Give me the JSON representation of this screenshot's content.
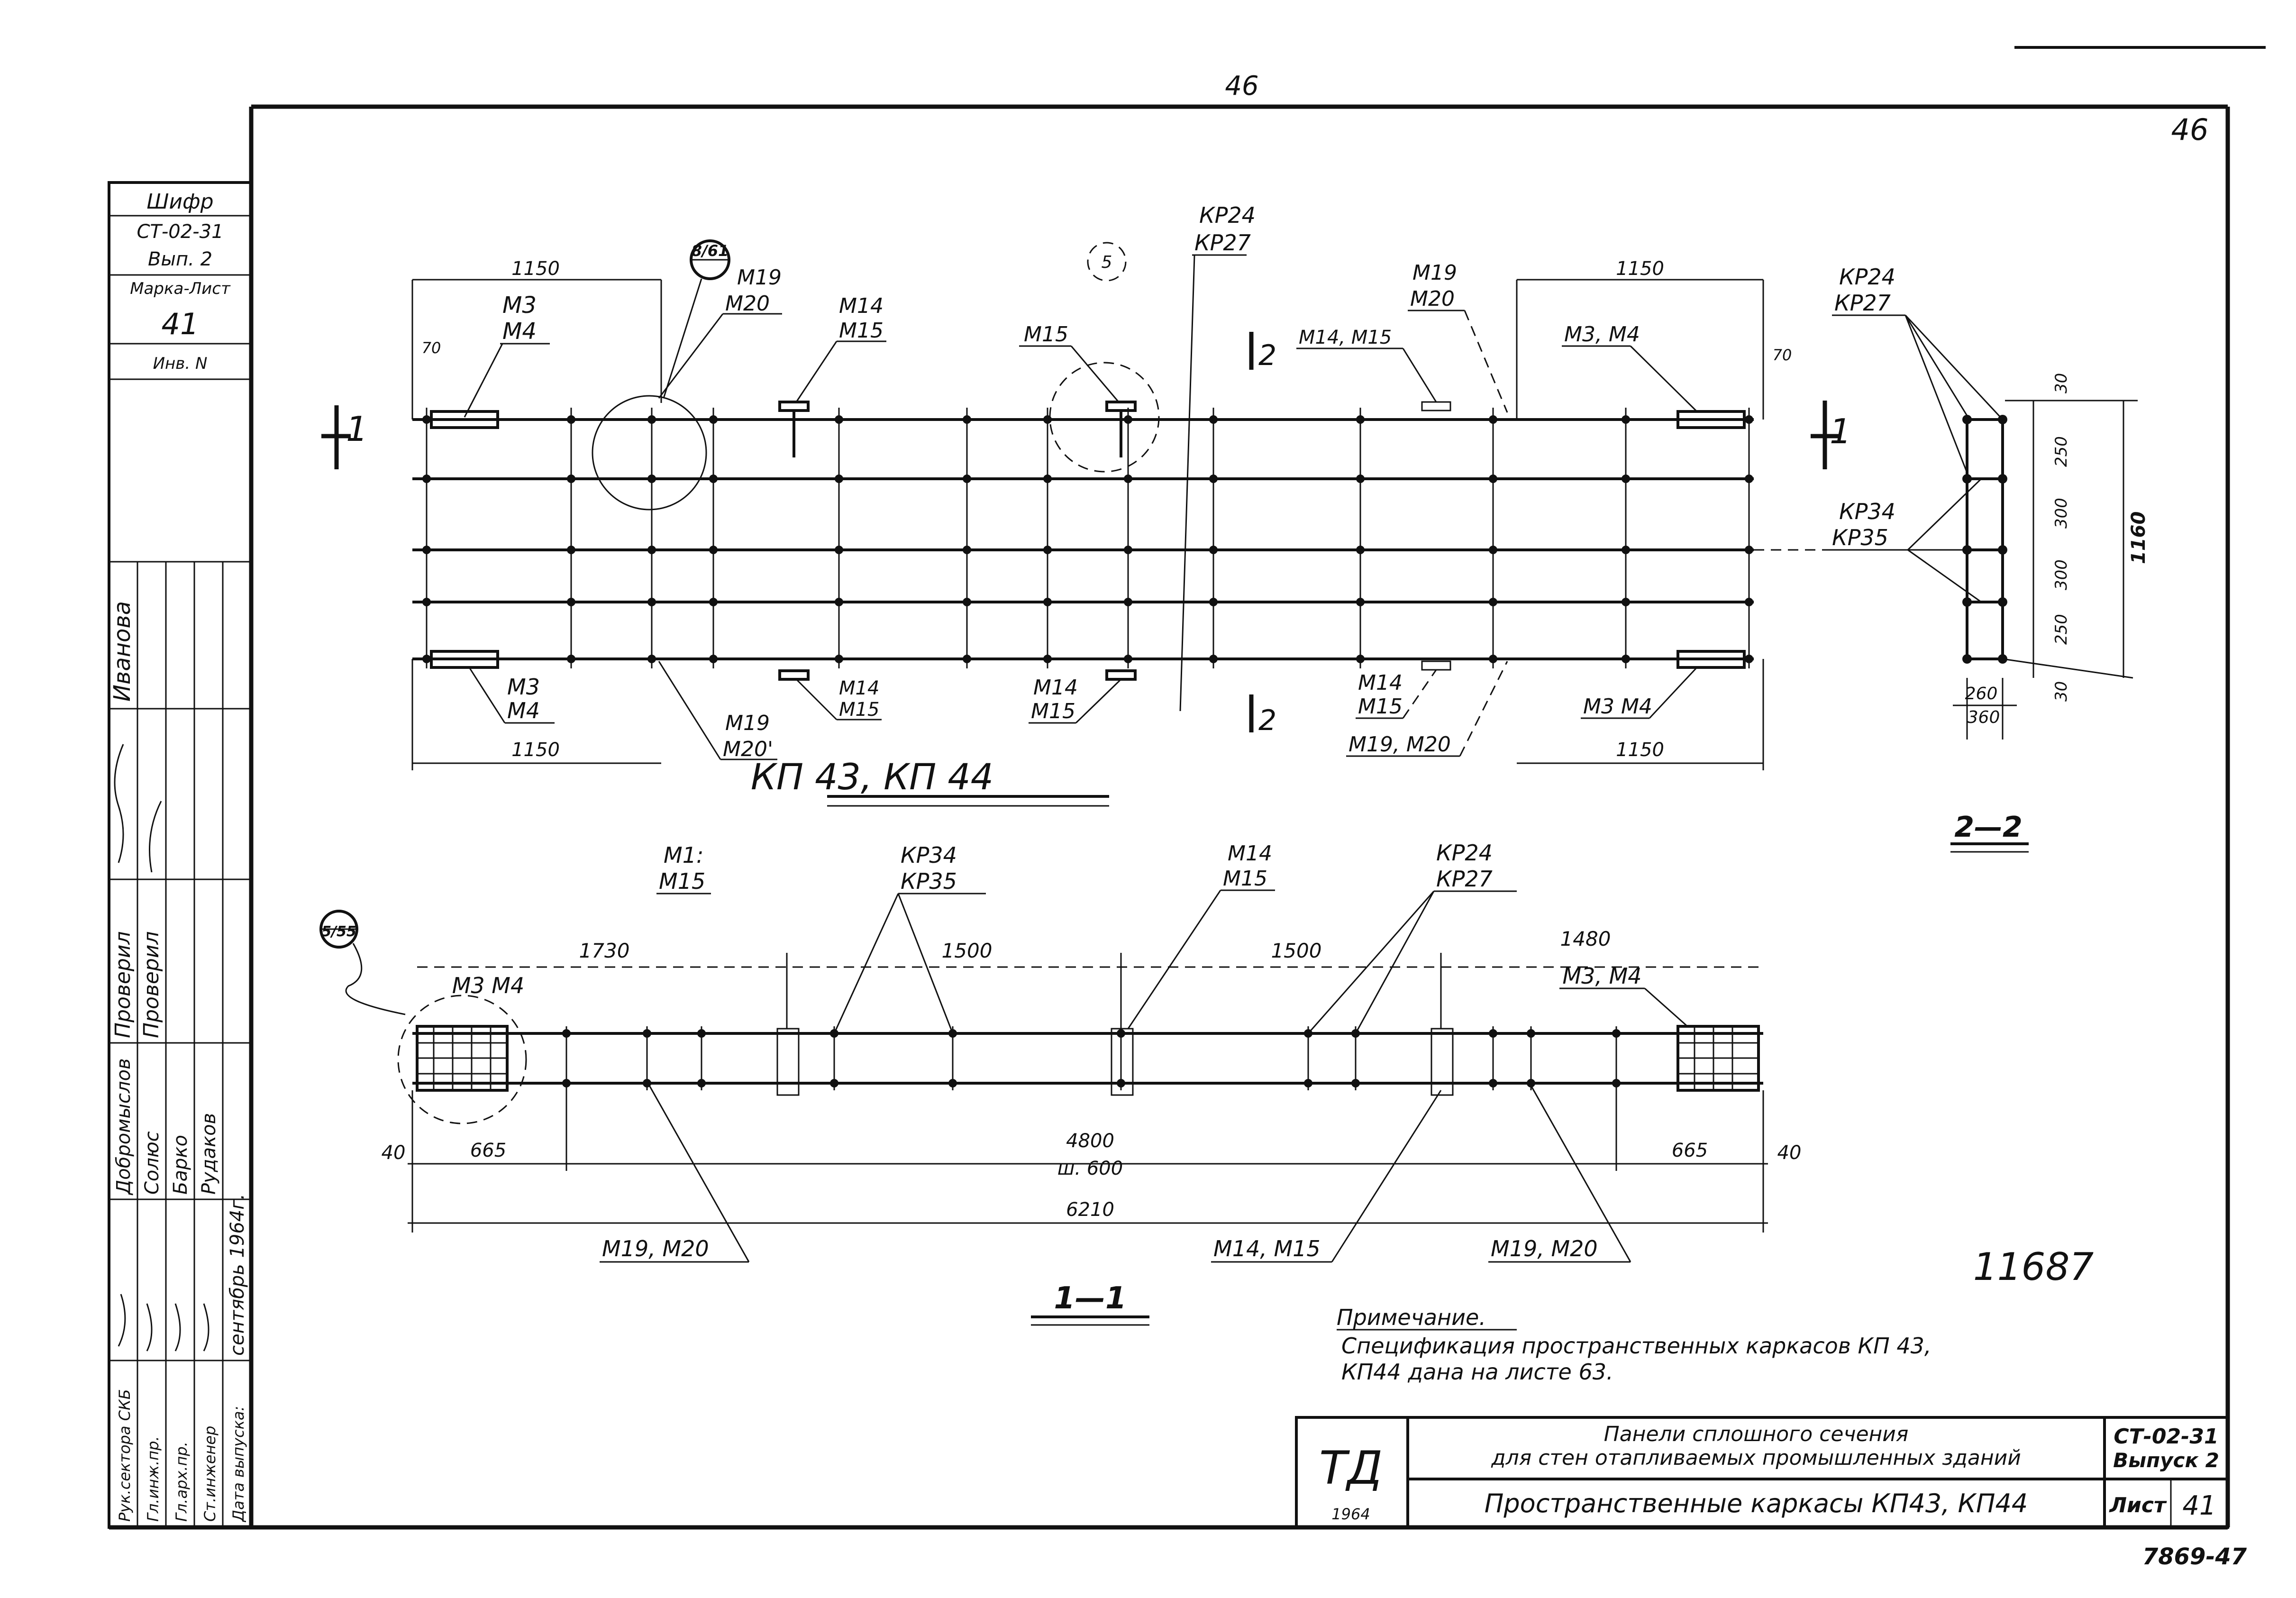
{
  "top_page_number": "46",
  "corner_number": "46",
  "left_stamp": {
    "code": "Шифр",
    "series": "СТ-02-31",
    "issue": "Вып. 2",
    "mark_sheet_label": "Марка-Лист",
    "sheet_no": "41",
    "inv_label": "Инв. N",
    "roles": [
      "Рук.сектора СКБ",
      "Гл.инж.пр.",
      "Гл.арх.пр.",
      "Ст.инженер",
      "Дата выпуска:"
    ],
    "names_left": [
      "Добромыслов",
      "Солюс",
      "Барко",
      "Рудаков"
    ],
    "checked": [
      "Проверил",
      "Проверил"
    ],
    "surname": "Иванова",
    "date": "сентябрь 1964г."
  },
  "plan_view": {
    "title": "КП 43, КП 44",
    "dims_top": [
      "1150",
      "1150"
    ],
    "dims_bottom": [
      "1150",
      "1150"
    ],
    "edge_dims": [
      "70",
      "70"
    ],
    "section_marks": [
      "1",
      "1",
      "2",
      "2"
    ],
    "callouts_top": [
      {
        "l1": "М3",
        "l2": "М4"
      },
      {
        "l1": "М19",
        "l2": "М20"
      },
      {
        "l1": "М14",
        "l2": "М15"
      },
      {
        "l1": "М15",
        "l2": ""
      },
      {
        "l1": "КР24",
        "l2": "КР27"
      },
      {
        "l1": "М19",
        "l2": "М20"
      },
      {
        "l1": "М14, М15",
        "l2": ""
      },
      {
        "l1": "М3, М4",
        "l2": ""
      }
    ],
    "callouts_bottom": [
      {
        "l1": "М3",
        "l2": "М4"
      },
      {
        "l1": "М19",
        "l2": "М20'"
      },
      {
        "l1": "М14",
        "l2": "М15"
      },
      {
        "l1": "М14",
        "l2": "М15"
      },
      {
        "l1": "М14",
        "l2": "М15"
      },
      {
        "l1": "М19, М20",
        "l2": ""
      },
      {
        "l1": "М3 М4",
        "l2": ""
      }
    ],
    "detail_marks": [
      "8/61",
      "5"
    ]
  },
  "section_2_2": {
    "title": "2—2",
    "callouts": [
      "КР24",
      "КР27",
      "КР34",
      "КР35"
    ],
    "dims_right": [
      "30",
      "250",
      "300",
      "300",
      "250",
      "30"
    ],
    "overall": "1160",
    "bottom_dims": [
      "260",
      "360"
    ]
  },
  "section_1_1": {
    "title": "1—1",
    "callouts_top": [
      {
        "l1": "М1:",
        "l2": "М15"
      },
      {
        "l1": "КР34",
        "l2": "КР35"
      },
      {
        "l1": "М14",
        "l2": "М15"
      },
      {
        "l1": "КР24",
        "l2": "КР27"
      }
    ],
    "dims_top": [
      "1730",
      "1500",
      "1500",
      "1480"
    ],
    "end_callouts": [
      "М3 М4",
      "М3, М4"
    ],
    "detail_mark": "5/55",
    "dims_bottom": [
      "40",
      "665",
      "4800",
      "ш. 600",
      "665",
      "40"
    ],
    "overall": "6210",
    "callouts_bottom": [
      "М19, М20",
      "М14, М15",
      "М19, М20"
    ]
  },
  "handwritten_number": "11687",
  "note": {
    "heading": "Примечание.",
    "line1": "Спецификация пространственных каркасов КП 43,",
    "line2": "КП44 дана на листе 63."
  },
  "title_block": {
    "logo": "ТД",
    "year": "1964",
    "line1": "Панели сплошного сечения",
    "line2": "для стен отапливаемых промышленных зданий",
    "series": "СТ-02-31",
    "issue": "Выпуск 2",
    "drawing_title": "Пространственные каркасы КП43, КП44",
    "sheet_label": "Лист",
    "sheet_no": "41"
  },
  "bottom_code": "7869-47"
}
